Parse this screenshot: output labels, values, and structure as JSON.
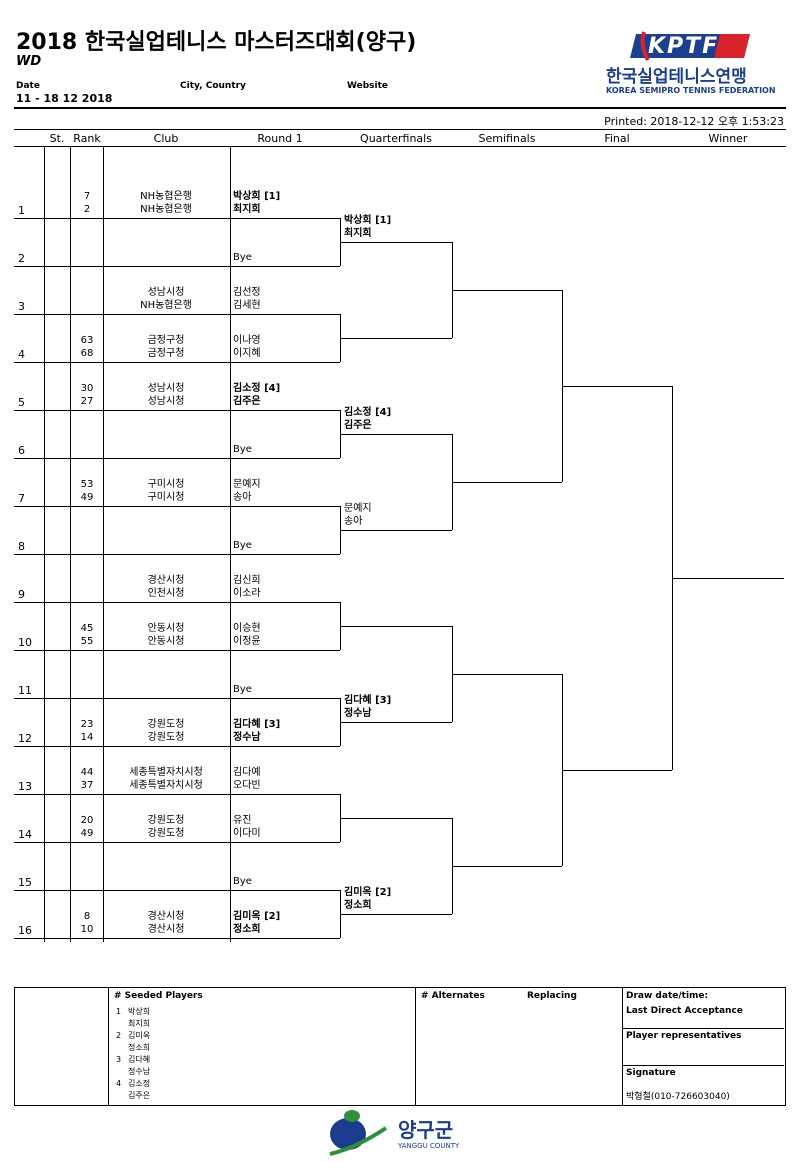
{
  "header": {
    "title": "2018 한국실업테니스 마스터즈대회(양구)",
    "event_code": "WD",
    "date_label": "Date",
    "date_value": "11 - 18 12 2018",
    "city_label": "City, Country",
    "website_label": "Website",
    "printed": "Printed: 2018-12-12 오후 1:53:23"
  },
  "federation": {
    "logo_text": "KPTF",
    "name_ko": "한국실업테니스연맹",
    "name_en": "KOREA SEMIPRO TENNIS FEDERATION"
  },
  "columns": [
    "St.",
    "Rank",
    "Club",
    "Round 1",
    "Quarterfinals",
    "Semifinals",
    "Final",
    "Winner"
  ],
  "draw": [
    {
      "n": "1",
      "ranks": [
        "7",
        "2"
      ],
      "clubs": [
        "NH농협은행",
        "NH농협은행"
      ],
      "players": [
        "박상희 [1]",
        "최지희"
      ],
      "bold": true
    },
    {
      "n": "2",
      "ranks": [
        "",
        ""
      ],
      "clubs": [
        "",
        ""
      ],
      "players": [
        "",
        "Bye"
      ],
      "bold": false
    },
    {
      "n": "3",
      "ranks": [
        "",
        ""
      ],
      "clubs": [
        "성남시청",
        "NH농협은행"
      ],
      "players": [
        "김선정",
        "김세현"
      ],
      "bold": false
    },
    {
      "n": "4",
      "ranks": [
        "63",
        "68"
      ],
      "clubs": [
        "금정구청",
        "금정구청"
      ],
      "players": [
        "이나영",
        "이지혜"
      ],
      "bold": false
    },
    {
      "n": "5",
      "ranks": [
        "30",
        "27"
      ],
      "clubs": [
        "성남시청",
        "성남시청"
      ],
      "players": [
        "김소정 [4]",
        "김주은"
      ],
      "bold": true
    },
    {
      "n": "6",
      "ranks": [
        "",
        ""
      ],
      "clubs": [
        "",
        ""
      ],
      "players": [
        "",
        "Bye"
      ],
      "bold": false
    },
    {
      "n": "7",
      "ranks": [
        "53",
        "49"
      ],
      "clubs": [
        "구미시청",
        "구미시청"
      ],
      "players": [
        "문예지",
        "송아"
      ],
      "bold": false
    },
    {
      "n": "8",
      "ranks": [
        "",
        ""
      ],
      "clubs": [
        "",
        ""
      ],
      "players": [
        "",
        "Bye"
      ],
      "bold": false
    },
    {
      "n": "9",
      "ranks": [
        "",
        ""
      ],
      "clubs": [
        "경산시청",
        "인천시청"
      ],
      "players": [
        "김신희",
        "이소라"
      ],
      "bold": false
    },
    {
      "n": "10",
      "ranks": [
        "45",
        "55"
      ],
      "clubs": [
        "안동시청",
        "안동시청"
      ],
      "players": [
        "이승현",
        "이정윤"
      ],
      "bold": false
    },
    {
      "n": "11",
      "ranks": [
        "",
        ""
      ],
      "clubs": [
        "",
        ""
      ],
      "players": [
        "",
        "Bye"
      ],
      "bold": false
    },
    {
      "n": "12",
      "ranks": [
        "23",
        "14"
      ],
      "clubs": [
        "강원도청",
        "강원도청"
      ],
      "players": [
        "김다혜 [3]",
        "정수남"
      ],
      "bold": true
    },
    {
      "n": "13",
      "ranks": [
        "44",
        "37"
      ],
      "clubs": [
        "세종특별자치시청",
        "세종특별자치시청"
      ],
      "players": [
        "김다예",
        "오다빈"
      ],
      "bold": false
    },
    {
      "n": "14",
      "ranks": [
        "20",
        "49"
      ],
      "clubs": [
        "강원도청",
        "강원도청"
      ],
      "players": [
        "유진",
        "이다미"
      ],
      "bold": false
    },
    {
      "n": "15",
      "ranks": [
        "",
        ""
      ],
      "clubs": [
        "",
        ""
      ],
      "players": [
        "",
        "Bye"
      ],
      "bold": false
    },
    {
      "n": "16",
      "ranks": [
        "8",
        "10"
      ],
      "clubs": [
        "경산시청",
        "경산시청"
      ],
      "players": [
        "김미옥 [2]",
        "정소희"
      ],
      "bold": true
    }
  ],
  "quarterfinals": [
    {
      "players": [
        "박상희 [1]",
        "최지희"
      ],
      "bold": true
    },
    {
      "players": [
        "",
        ""
      ],
      "bold": false
    },
    {
      "players": [
        "김소정 [4]",
        "김주은"
      ],
      "bold": true
    },
    {
      "players": [
        "문예지",
        "송아"
      ],
      "bold": false
    },
    {
      "players": [
        "",
        ""
      ],
      "bold": false
    },
    {
      "players": [
        "김다혜 [3]",
        "정수남"
      ],
      "bold": true
    },
    {
      "players": [
        "",
        ""
      ],
      "bold": false
    },
    {
      "players": [
        "김미옥 [2]",
        "정소희"
      ],
      "bold": true
    }
  ],
  "footer": {
    "seeded_title": "# Seeded Players",
    "seeds": [
      {
        "num": "1",
        "players": [
          "박상희",
          "최지희"
        ]
      },
      {
        "num": "2",
        "players": [
          "김미옥",
          "정소희"
        ]
      },
      {
        "num": "3",
        "players": [
          "김다혜",
          "정수남"
        ]
      },
      {
        "num": "4",
        "players": [
          "김소정",
          "김주은"
        ]
      }
    ],
    "alternates_title": "# Alternates",
    "replacing_title": "Replacing",
    "draw_date_label": "Draw date/time:",
    "last_direct_label": "Last Direct Acceptance",
    "player_reps_label": "Player representatives",
    "signature_label": "Signature",
    "signature_value": "박형철(010-726603040)"
  },
  "county": {
    "name_ko": "양구군",
    "name_en": "YANGGU COUNTY"
  }
}
